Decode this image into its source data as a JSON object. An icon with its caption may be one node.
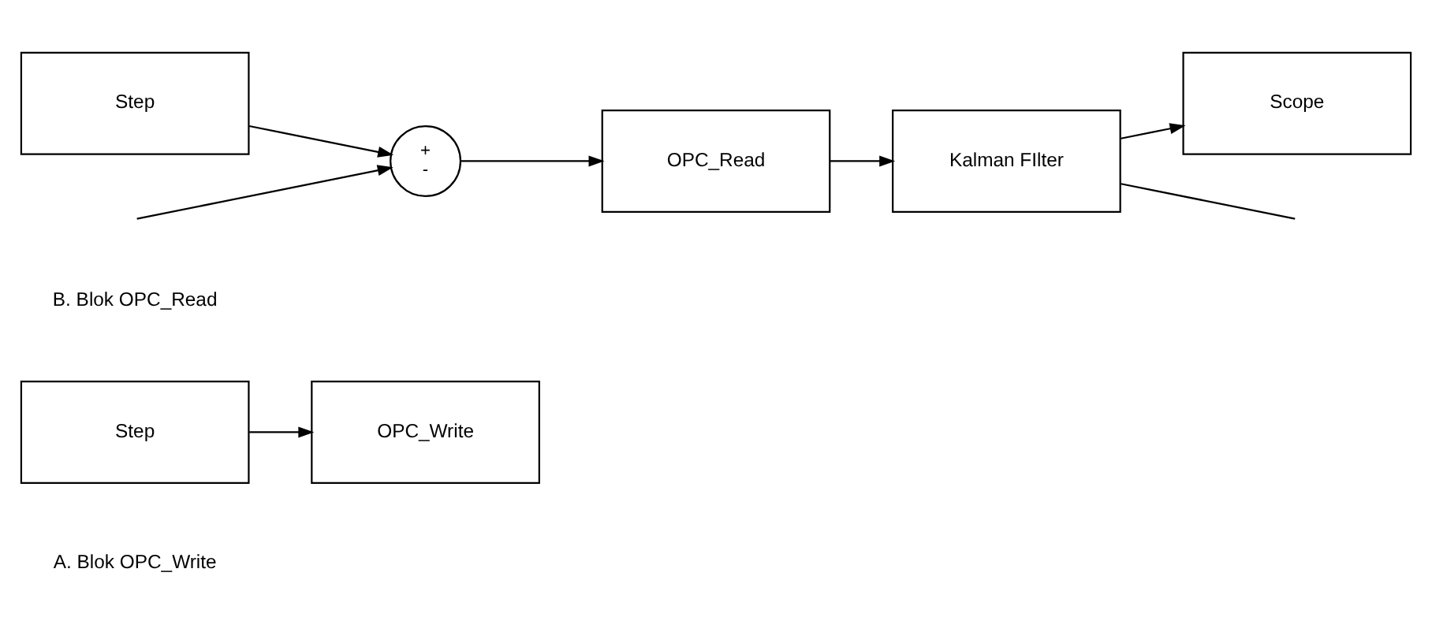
{
  "diagram": {
    "nodes": [
      {
        "text": [
          "Step"
        ]
      },
      {
        "text": [
          "OPC_Write"
        ]
      },
      {
        "text": [
          "Step"
        ]
      },
      {
        "text": [
          "+",
          "-"
        ]
      },
      {
        "text": [
          "OPC_Read"
        ]
      },
      {
        "text": [
          "Kalman FIlter"
        ]
      },
      {
        "text": [
          "Scope"
        ]
      }
    ],
    "edges": [
      {
        "from": 0,
        "to": 1,
        "arrow": "to"
      },
      {
        "from": 2,
        "to": 3,
        "arrow": "to"
      },
      {
        "from": 3,
        "to": 4,
        "arrow": "to"
      },
      {
        "from": 4,
        "to": 5,
        "arrow": "to"
      },
      {
        "from": 5,
        "to": 6,
        "arrow": "to"
      },
      {
        "from": 5,
        "to": null,
        "arrow": "none"
      },
      {
        "from": null,
        "to": 3,
        "arrow": "to"
      }
    ],
    "labels": [
      "A. Blok OPC_Write",
      "B. Blok OPC_Read"
    ]
  }
}
